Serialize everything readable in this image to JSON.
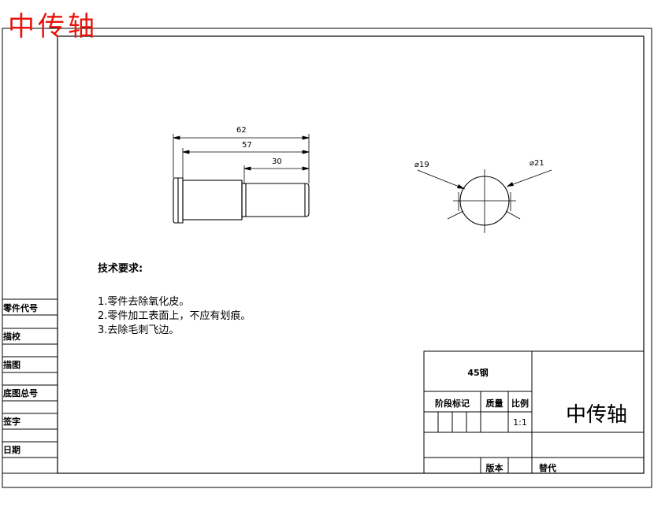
{
  "title": "中传轴",
  "left_column": {
    "items": [
      "零件代号",
      "描校",
      "描图",
      "底图总号",
      "签字",
      "日期"
    ]
  },
  "drawing": {
    "dimensions": {
      "overall": "62",
      "middle": "57",
      "short": "30",
      "inner_diameter": "⌀19",
      "outer_diameter": "⌀21"
    }
  },
  "tech_requirements": {
    "heading": "技术要求:",
    "items": [
      "1.零件去除氧化皮。",
      "2.零件加工表面上，不应有划痕。",
      "3.去除毛刺飞边。"
    ]
  },
  "title_block": {
    "material": "45钢",
    "stage_mark": "阶段标记",
    "weight": "质量",
    "scale_label": "比例",
    "scale_value": "1:1",
    "part_name": "中传轴",
    "version": "版本",
    "replaces": "替代"
  },
  "colors": {
    "title": "#e8140c",
    "line": "#000000",
    "background": "#ffffff"
  }
}
